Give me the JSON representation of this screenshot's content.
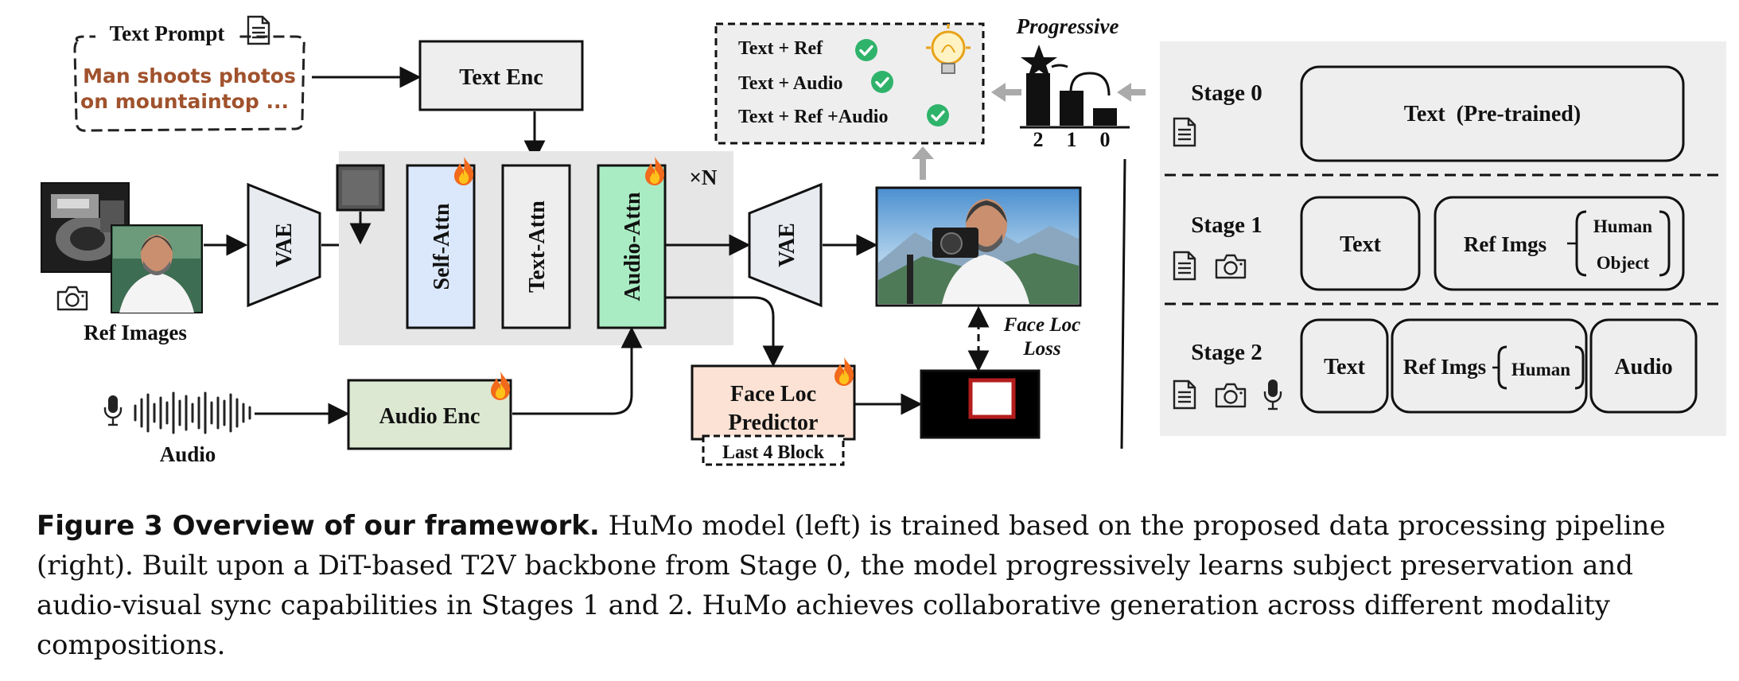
{
  "diagram": {
    "text_prompt_label": "Text Prompt",
    "prompt_line1": "Man shoots photos",
    "prompt_line2": "on mountaintop ...",
    "text_enc": "Text Enc",
    "ref_images_label": "Ref Images",
    "vae_in": "VAE",
    "self_attn": "Self-Attn",
    "text_attn": "Text-Attn",
    "audio_attn": "Audio-Attn",
    "times_n": "×N",
    "vae_out": "VAE",
    "audio_label": "Audio",
    "audio_enc": "Audio Enc",
    "face_loc_line1": "Face Loc",
    "face_loc_line2": "Predictor",
    "last_block": "Last 4 Block",
    "face_loc_loss_line1": "Face Loc",
    "face_loc_loss_line2": "Loss",
    "progressive_label": "Progressive",
    "progressive_bars": [
      {
        "label": "2",
        "level": 3
      },
      {
        "label": "1",
        "level": 2
      },
      {
        "label": "0",
        "level": 1
      }
    ],
    "modes": [
      "Text + Ref",
      "Text + Audio",
      "Text + Ref +Audio"
    ]
  },
  "stages": [
    {
      "name": "Stage 0",
      "boxes": [
        "Text  (Pre-trained)"
      ]
    },
    {
      "name": "Stage 1",
      "text": "Text",
      "ref": "Ref Imgs",
      "items": [
        "Human",
        "Object"
      ]
    },
    {
      "name": "Stage 2",
      "text": "Text",
      "ref": "Ref Imgs",
      "items": [
        "Human"
      ],
      "audio": "Audio"
    }
  ],
  "caption": {
    "lead": "Figure 3  Overview of our framework.",
    "body": " HuMo model (left) is trained based on the proposed data processing pipeline (right). Built upon a DiT-based T2V backbone from Stage 0, the model progressively learns subject preservation and audio-visual sync capabilities in Stages 1 and 2. HuMo achieves collaborative generation across different modality compositions."
  },
  "colors": {
    "self_attn": "#dbe8fb",
    "audio_attn": "#a9ecc4",
    "audio_enc": "#dde8d2",
    "face_loc": "#fbe2d4",
    "prompt_text": "#a0522d",
    "check": "#2fb36b",
    "backbone_bg": "#e6e6e6",
    "stage_bg": "#eeeeee",
    "flame": "#f26a1b"
  }
}
